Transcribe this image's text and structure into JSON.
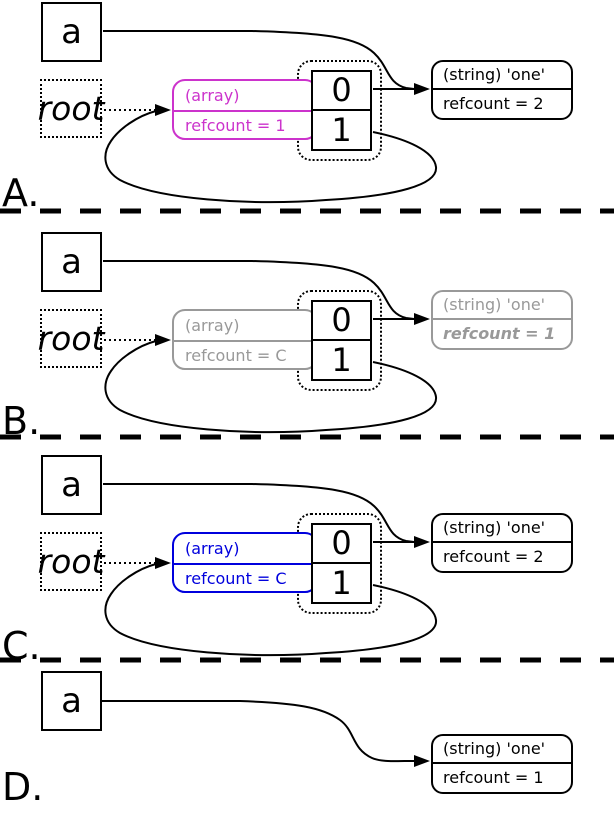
{
  "colors": {
    "magenta": "#cc33cc",
    "gray": "#999999",
    "blue": "#0000dd",
    "black": "#000000",
    "background": "#ffffff"
  },
  "panels": [
    {
      "label": "A.",
      "variable": "a",
      "root": "root",
      "array": {
        "type": "(array)",
        "refcount": "refcount = 1"
      },
      "cells": [
        "0",
        "1"
      ],
      "string": {
        "type": "(string) 'one'",
        "refcount": "refcount = 2"
      }
    },
    {
      "label": "B.",
      "variable": "a",
      "root": "root",
      "array": {
        "type": "(array)",
        "refcount": "refcount = C"
      },
      "cells": [
        "0",
        "1"
      ],
      "string": {
        "type": "(string) 'one'",
        "refcount": "refcount = 1"
      }
    },
    {
      "label": "C.",
      "variable": "a",
      "root": "root",
      "array": {
        "type": "(array)",
        "refcount": "refcount = C"
      },
      "cells": [
        "0",
        "1"
      ],
      "string": {
        "type": "(string) 'one'",
        "refcount": "refcount = 2"
      }
    },
    {
      "label": "D.",
      "variable": "a",
      "string": {
        "type": "(string) 'one'",
        "refcount": "refcount = 1"
      }
    }
  ]
}
